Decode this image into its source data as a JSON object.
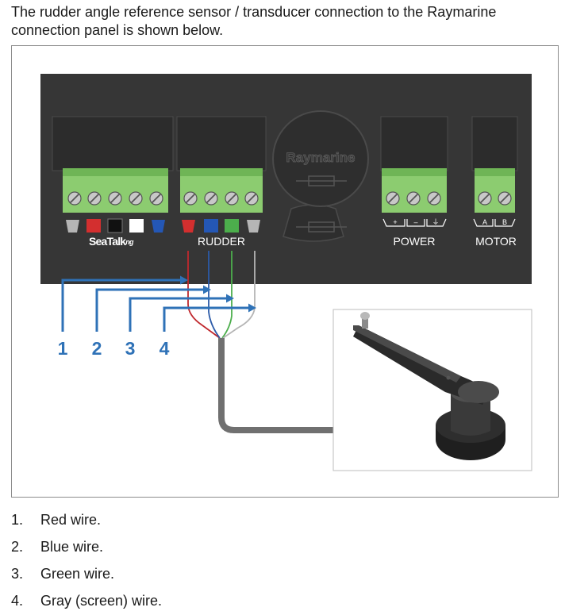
{
  "intro_text": "The rudder angle reference sensor / transducer connection to the Raymarine connection panel is shown below.",
  "diagram": {
    "brand": "Raymarine",
    "labels": {
      "seatalk": "SeaTalk",
      "seatalk_suffix": "ng",
      "rudder": "RUDDER",
      "power": "POWER",
      "motor": "MOTOR"
    },
    "power_terminals": [
      "+",
      "–",
      "⏚"
    ],
    "motor_terminals": [
      "A",
      "B"
    ],
    "callouts": [
      "1",
      "2",
      "3",
      "4"
    ],
    "colors": {
      "panel": "#363636",
      "terminal_green": "#8ccc70",
      "callout_blue": "#2f72b7",
      "wire_red": "#c0282d",
      "wire_blue": "#2b5aa8",
      "wire_green": "#4cae4c",
      "wire_gray": "#b5b5b5",
      "cable_gray": "#707070"
    }
  },
  "legend": [
    {
      "num": "1.",
      "text": "Red wire."
    },
    {
      "num": "2.",
      "text": "Blue wire."
    },
    {
      "num": "3.",
      "text": "Green wire."
    },
    {
      "num": "4.",
      "text": "Gray (screen) wire."
    }
  ]
}
